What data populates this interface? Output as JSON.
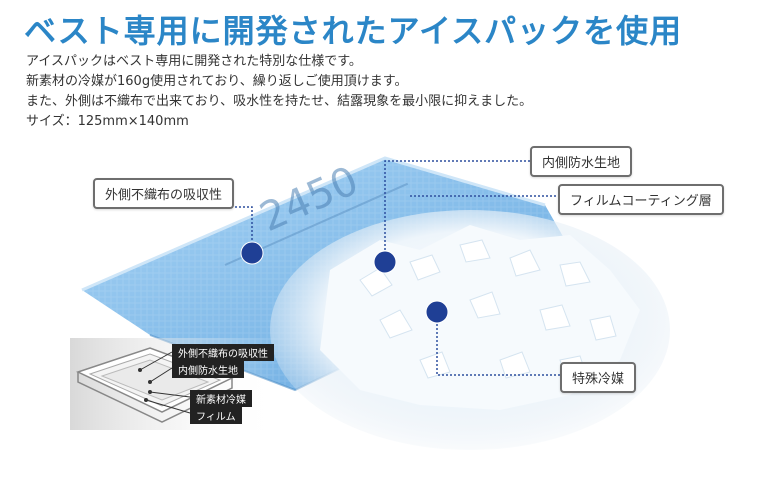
{
  "headline": "ベスト専用に開発されたアイスパックを使用",
  "description": [
    "アイスパックはベスト専用に開発された特別な仕様です。",
    "新素材の冷媒が160g使用されており、繰り返しご使用頂けます。",
    "また、外側は不織布で出来ており、吸水性を持たせ、結露現象を最小限に抑えました。",
    "サイズ：125mm×140mm"
  ],
  "callouts": {
    "outer": "外側不織布の吸収性",
    "inner": "内側防水生地",
    "film": "フィルムコーティング層",
    "coolant": "特殊冷媒"
  },
  "inset": {
    "outer": "外側不織布の吸収性",
    "inner": "内側防水生地",
    "coolant": "新素材冷媒",
    "film": "フィルム"
  },
  "pack_print": "2450"
}
